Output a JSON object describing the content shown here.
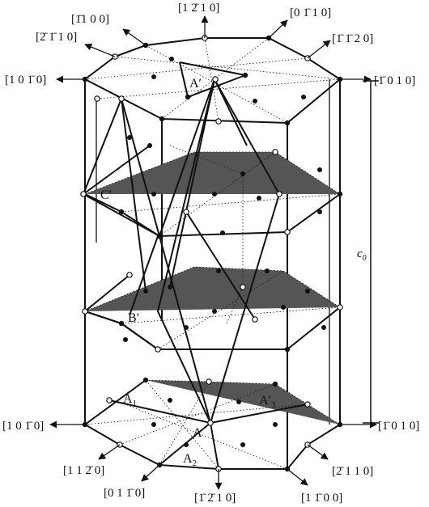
{
  "directions": {
    "top": {
      "m1100": "[1̄1 0 0]",
      "m1210": "[1 2̄ 1 0]",
      "m0110": "[0 1̄ 1 0]",
      "m2110": "[2̄ 1̄ 1 0]",
      "m1120": "[1̄ 1̄ 2 0]",
      "m1010l": "[1 0 1̄ 0]",
      "m1010r": "[1̄ 0 1 0]"
    },
    "bottom": {
      "m1010l": "[1 0 1̄ 0]",
      "m1010r": "[1̄ 0 1 0]",
      "m1120": "[1 1 2̄ 0]",
      "m2110": "[2̄ 1 1 0]",
      "m0110": "[0 1 1̄ 0]",
      "m1210": "[1̄ 2̄ 1 0]",
      "m1100": "[1 1̄ 0 0]"
    }
  },
  "sites": {
    "a_prime": "A′",
    "b_prime": "B′",
    "c_prime": "C′",
    "a": "A",
    "a1": "A",
    "a1_sub": "1",
    "a2": "A",
    "a2_sub": "2",
    "a3": "A′",
    "a3_sub": "3"
  },
  "axis": {
    "c": "c",
    "c_sub": "0"
  }
}
